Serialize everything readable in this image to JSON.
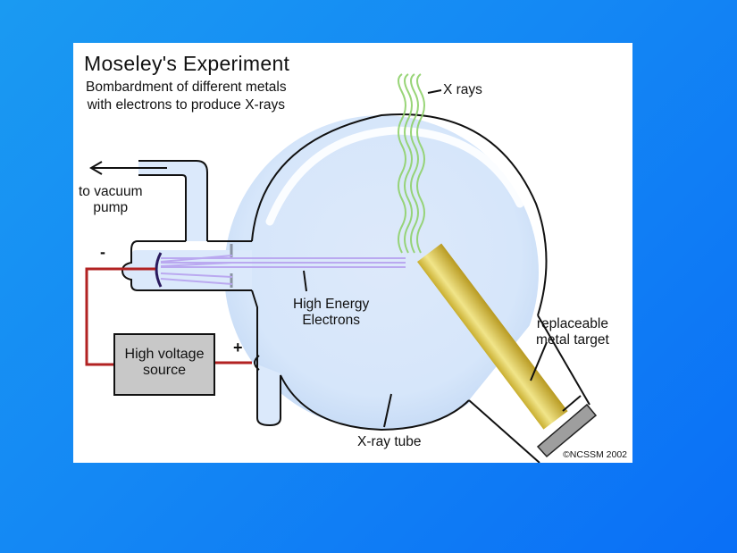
{
  "diagram": {
    "title": "Moseley's Experiment",
    "subtitle_line1": "Bombardment of different metals",
    "subtitle_line2": "with electrons to produce X-rays",
    "labels": {
      "vacuum_line1": "to vacuum",
      "vacuum_line2": "pump",
      "xrays": "X rays",
      "electrons_line1": "High Energy",
      "electrons_line2": "Electrons",
      "target_line1": "replaceable",
      "target_line2": "metal target",
      "tube": "X-ray tube",
      "hv_line1": "High voltage",
      "hv_line2": "source",
      "negative": "-",
      "positive": "+",
      "copyright": "©NCSSM 2002"
    },
    "colors": {
      "background_top": "#1a9af2",
      "background_bottom": "#0a6ff6",
      "glass": "#dbe9fb",
      "wire": "#b22222",
      "xrays": "#8fd16a",
      "electron_beam": "#b9a6f0",
      "target": "#d9c44a",
      "hv_box": "#c8c8c8"
    }
  }
}
